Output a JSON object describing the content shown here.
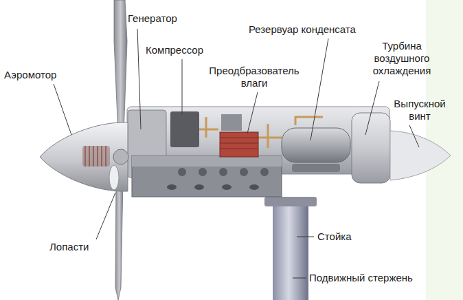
{
  "diagram": {
    "labels": [
      "Генератор",
      "Компрессор",
      "Резервуар конденсата",
      "Преодбразователь влаги",
      "Турбина воздушного охлаждения",
      "Аэромотор",
      "Выпускной винт",
      "Лопасти",
      "Стойка",
      "Подвижный стержень"
    ]
  }
}
